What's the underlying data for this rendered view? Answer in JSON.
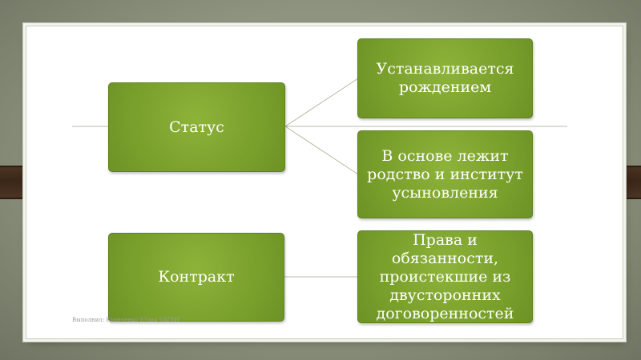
{
  "diagram": {
    "status": "Статус",
    "by_birth": "Устанавливается рождением",
    "kinship": "В основе лежит родство и институт усыновления",
    "contract": "Контракт",
    "rights": "Права и обязанности, проистекшие из двусторонних договоренностей"
  },
  "footer": "Выполнил: Кравченко Юлия 5АГМУ"
}
